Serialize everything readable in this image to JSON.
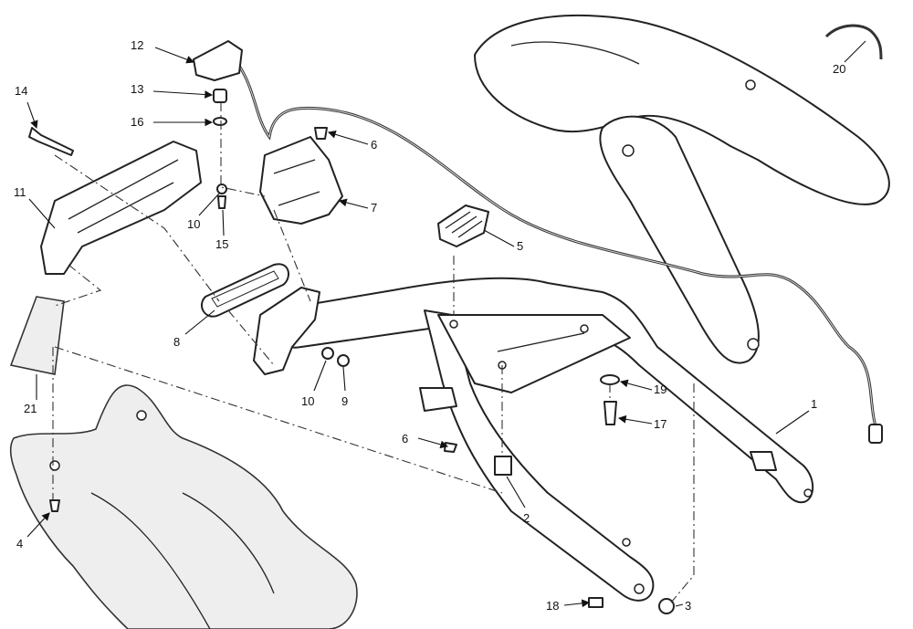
{
  "diagram": {
    "type": "exploded-parts-view",
    "labels": {
      "p1": "1",
      "p2": "2",
      "p3": "3",
      "p4": "4",
      "p5": "5",
      "p6a": "6",
      "p6b": "6",
      "p7": "7",
      "p8": "8",
      "p9": "9",
      "p10a": "10",
      "p10b": "10",
      "p11": "11",
      "p12": "12",
      "p13": "13",
      "p14": "14",
      "p15": "15",
      "p16": "16",
      "p17": "17",
      "p18": "18",
      "p19": "19",
      "p20": "20",
      "p21": "21"
    }
  }
}
